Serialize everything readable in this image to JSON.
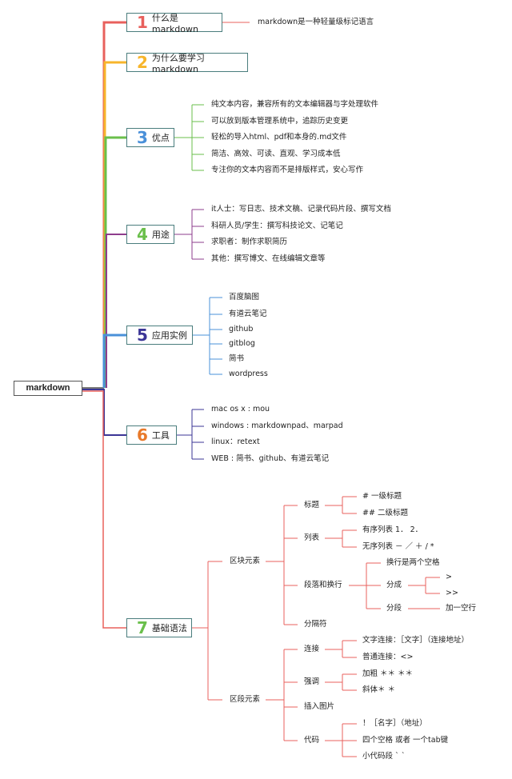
{
  "root": "markdown",
  "colors": {
    "b1": "#e8605c",
    "b2": "#f7b52b",
    "b3": "#6abf4b",
    "b4": "#8e3d8c",
    "b5": "#4a90d9",
    "b6": "#3b3596",
    "b7": "#e8605c"
  },
  "branches": [
    {
      "num": "1",
      "label": "什么是markdown",
      "items": [
        "markdown是一种轻量级标记语言"
      ]
    },
    {
      "num": "2",
      "label": "为什么要学习markdown",
      "items": []
    },
    {
      "num": "3",
      "label": "优点",
      "items": [
        "纯文本内容，兼容所有的文本编辑器与字处理软件",
        "可以放到版本管理系统中，追踪历史变更",
        "轻松的导入html、pdf和本身的.md文件",
        "简洁、高效、可读、直观、学习成本低",
        "专注你的文本内容而不是排版样式，安心写作"
      ]
    },
    {
      "num": "4",
      "label": "用途",
      "items": [
        "it人士：写日志、技术文稿、记录代码片段、撰写文档",
        "科研人员/学生：撰写科技论文、记笔记",
        "求职者：制作求职简历",
        "其他：撰写博文、在线编辑文章等"
      ]
    },
    {
      "num": "5",
      "label": "应用实例",
      "items": [
        "百度脑图",
        "有道云笔记",
        "github",
        "gitblog",
        "简书",
        "wordpress"
      ]
    },
    {
      "num": "6",
      "label": "工具",
      "items": [
        "mac os x : mou",
        "windows : markdownpad、marpad",
        "linux：retext",
        "WEB : 简书、github、有道云笔记"
      ]
    },
    {
      "num": "7",
      "label": "基础语法",
      "items": []
    }
  ],
  "syntax": {
    "block": {
      "label": "区块元素",
      "title": {
        "label": "标题",
        "items": [
          "# 一级标题",
          "## 二级标题"
        ]
      },
      "list": {
        "label": "列表",
        "ordered": "有序列表 1． 2．",
        "unordered": "无序列表 － ／ ＋ / *"
      },
      "para": {
        "label": "段落和换行",
        "br": "换行是两个空格",
        "split": {
          "label": "分成",
          "items": [
            ">",
            ">>"
          ]
        },
        "seg": {
          "label": "分段",
          "value": "加一空行"
        }
      },
      "hr": "分隔符"
    },
    "span": {
      "label": "区段元素",
      "link": {
        "label": "连接",
        "items": [
          "文字连接：［文字］（连接地址）",
          "普通连接：<>"
        ]
      },
      "emph": {
        "label": "强调",
        "items": [
          "加粗 ＊＊ ＊＊",
          "斜体＊ ＊"
        ]
      },
      "img": "插入图片",
      "code": {
        "label": "代码",
        "items": [
          "！［名字］（地址）",
          "四个空格 或者 一个tab键",
          "小代码段 ` `"
        ]
      }
    }
  }
}
